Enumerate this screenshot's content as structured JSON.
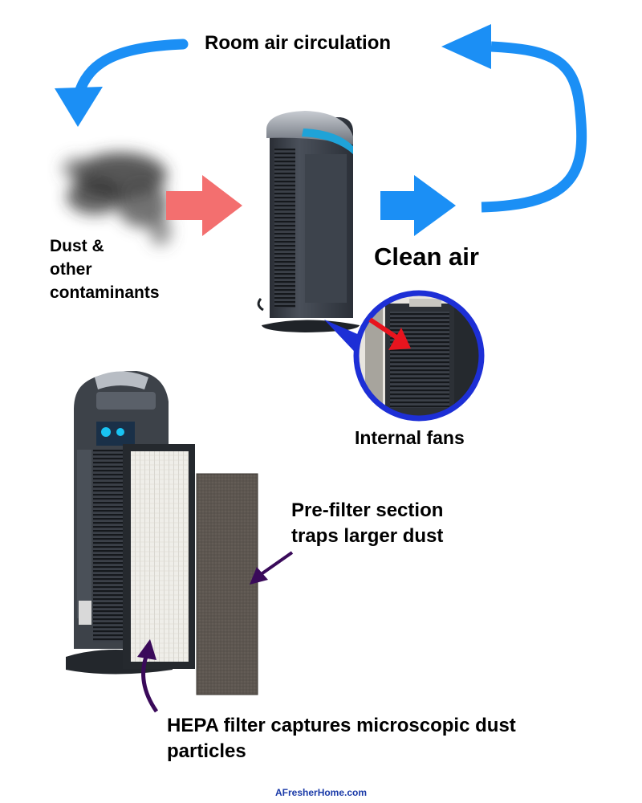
{
  "diagram": {
    "room_air_label": "Room air circulation",
    "dust_label_lines": [
      "Dust &",
      "other",
      "contaminants"
    ],
    "clean_air_label": "Clean air",
    "internal_fans_label": "Internal fans",
    "prefilter_label_lines": [
      "Pre-filter section",
      "traps larger dust"
    ],
    "hepa_label_lines": [
      "HEPA filter captures microscopic dust",
      "particles"
    ],
    "brand": "AFresherHome.com"
  },
  "colors": {
    "circulation_arrow": "#1b8ff5",
    "intake_arrow": "#f36f6f",
    "zoom_circle": "#1d2fd6",
    "fan_pointer": "#e8141e",
    "filter_pointer": "#3a0a5a",
    "purifier_body": "#3a3f47",
    "hepa_filter": "#ecebe6",
    "prefilter": "#5c554f",
    "brand_text": "#1a3aa8"
  },
  "icons": {
    "dust_cloud": "dust-cloud-icon",
    "purifier": "air-purifier-icon",
    "fan": "fan-grille-icon"
  }
}
